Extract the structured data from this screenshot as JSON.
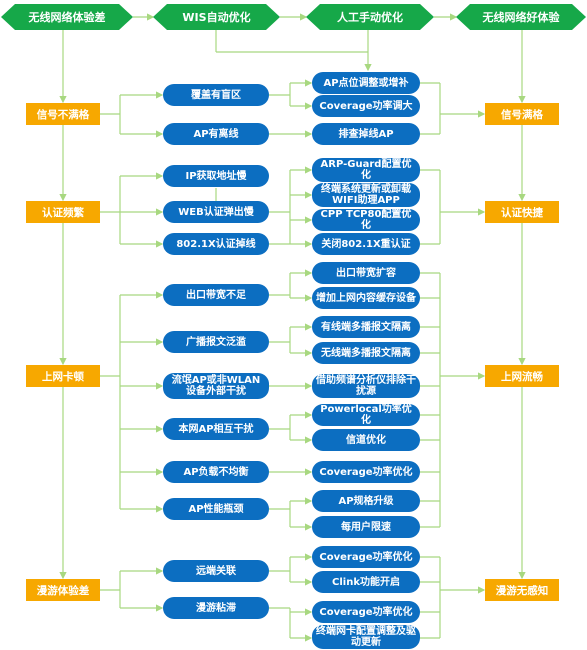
{
  "headers": [
    "无线网络体验差",
    "WIS自动优化",
    "人工手动优化",
    "无线网络好体验"
  ],
  "left_states": [
    "信号不满格",
    "认证频繁",
    "上网卡顿",
    "漫游体验差"
  ],
  "right_states": [
    "信号满格",
    "认证快捷",
    "上网流畅",
    "漫游无感知"
  ],
  "causes": [
    "覆盖有盲区",
    "AP有离线",
    "IP获取地址慢",
    "WEB认证弹出慢",
    "802.1X认证掉线",
    "出口带宽不足",
    "广播报文泛滥",
    "流氓AP或非WLAN设备外部干扰",
    "本网AP相互干扰",
    "AP负载不均衡",
    "AP性能瓶颈",
    "远端关联",
    "漫游粘滞"
  ],
  "actions": [
    "AP点位调整或增补",
    "Coverage功率调大",
    "排查掉线AP",
    "ARP-Guard配置优化",
    "终端系统更新或卸载WIFI助理APP",
    "CPP TCP80配置优化",
    "关闭802.1X重认证",
    "出口带宽扩容",
    "增加上网内容缓存设备",
    "有线端多播报文隔离",
    "无线端多播报文隔离",
    "借助频谱分析仪排除干扰源",
    "Powerlocal功率优化",
    "信道优化",
    "Coverage功率优化",
    "AP规格升级",
    "每用户限速",
    "Coverage功率优化",
    "Clink功能开启",
    "Coverage功率优化",
    "终端网卡配置调整及驱动更新"
  ],
  "colors": {
    "header": "#16a849",
    "state": "#f7a800",
    "box": "#0c6ec1",
    "line": "#a8d880"
  }
}
